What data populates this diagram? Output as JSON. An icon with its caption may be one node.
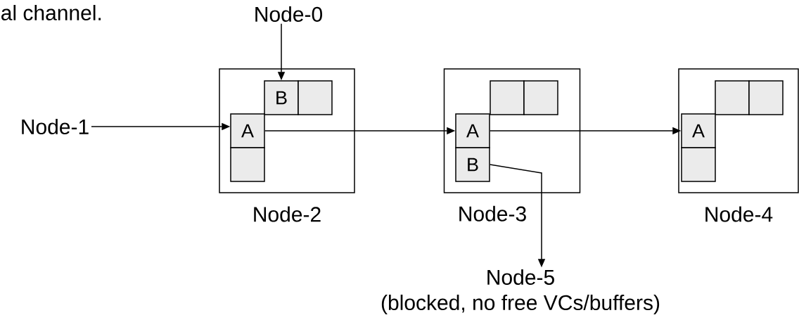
{
  "diagram": {
    "nodes": [
      {
        "text": [
          "Node-0"
        ]
      },
      {
        "text": [
          "Node-1"
        ]
      },
      {
        "text": [
          "Node-2"
        ]
      },
      {
        "text": [
          "B"
        ],
        "in": 2
      },
      {
        "text": [],
        "shape": "box",
        "in": 2
      },
      {
        "text": [
          "A"
        ],
        "in": 2
      },
      {
        "text": [],
        "shape": "box",
        "in": 2
      },
      {
        "text": [
          "Node-3"
        ]
      },
      {
        "text": [],
        "shape": "box",
        "in": 7
      },
      {
        "text": [],
        "shape": "box",
        "in": 7
      },
      {
        "text": [
          "A"
        ],
        "in": 7
      },
      {
        "text": [
          "B"
        ],
        "in": 7
      },
      {
        "text": [
          "Node-4"
        ]
      },
      {
        "text": [],
        "shape": "box",
        "in": 12
      },
      {
        "text": [],
        "shape": "box",
        "in": 12
      },
      {
        "text": [
          "A"
        ],
        "in": 12
      },
      {
        "text": [],
        "shape": "box",
        "in": 12
      },
      {
        "text": [
          "Node-5",
          "(blocked, no free VCs/buffers)"
        ]
      }
    ],
    "edges": [
      {
        "from": 0,
        "to": 3,
        "arrow": "to"
      },
      {
        "from": 1,
        "to": 5,
        "arrow": "to"
      },
      {
        "from": 5,
        "to": 10,
        "arrow": "to"
      },
      {
        "from": 10,
        "to": 15,
        "arrow": "to"
      },
      {
        "from": 11,
        "to": 17,
        "arrow": "to"
      }
    ],
    "labels": [
      "al channel."
    ]
  }
}
